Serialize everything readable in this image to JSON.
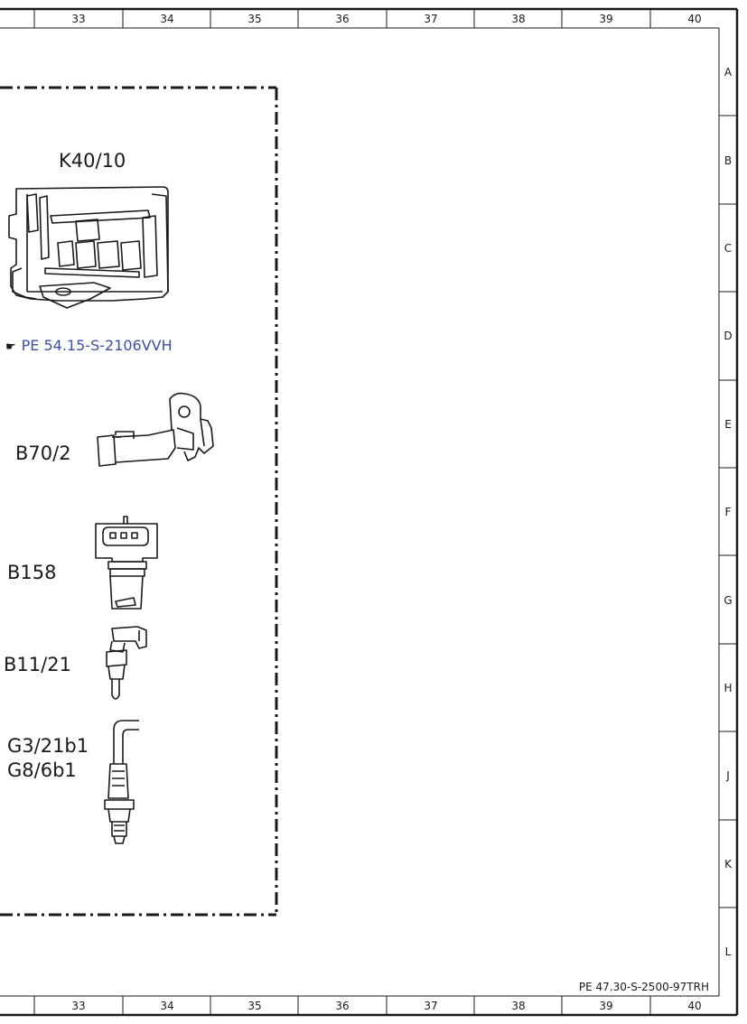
{
  "grid": {
    "columns": [
      "33",
      "34",
      "35",
      "36",
      "37",
      "38",
      "39",
      "40"
    ],
    "rows": [
      "A",
      "B",
      "C",
      "D",
      "E",
      "F",
      "G",
      "H",
      "J",
      "K",
      "L"
    ]
  },
  "components": {
    "k40_10": "K40/10",
    "b70_2": "B70/2",
    "b158": "B158",
    "b11_21": "B11/21",
    "g3_21b1": "G3/21b1",
    "g8_6b1": "G8/6b1"
  },
  "reference": {
    "text": "PE 54.15-S-2106VVH",
    "icon": "pointing-hand-icon"
  },
  "document_id": "PE 47.30-S-2500-97TRH",
  "colors": {
    "line": "#1a1a1a",
    "link": "#3b4fa0"
  }
}
